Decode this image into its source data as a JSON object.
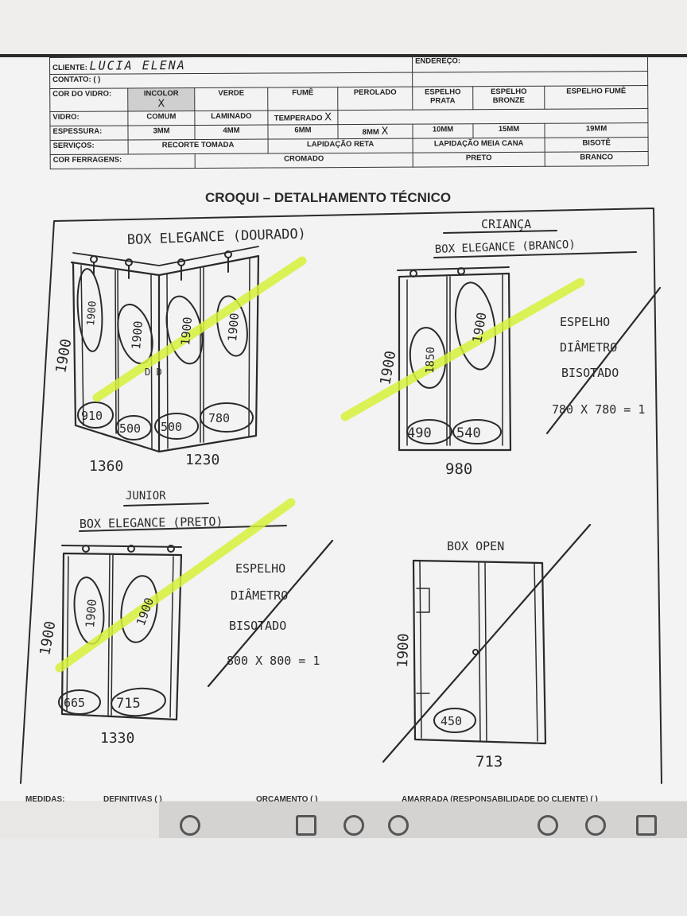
{
  "form": {
    "cliente_label": "CLIENTE:",
    "cliente_value": "LUCIA ELENA",
    "endereco_label": "ENDEREÇO:",
    "contato_label": "CONTATO: (   )",
    "cor_do_vidro_label": "COR DO VIDRO:",
    "cor_options": [
      "INCOLOR",
      "VERDE",
      "FUMÊ",
      "PEROLADO",
      "ESPELHO PRATA",
      "ESPELHO BRONZE",
      "ESPELHO FUMÊ"
    ],
    "vidro_label": "VIDRO:",
    "vidro_options": [
      "COMUM",
      "LAMINADO",
      "TEMPERADO"
    ],
    "espessura_label": "ESPESSURA:",
    "espessura_options": [
      "3MM",
      "4MM",
      "6MM",
      "8MM",
      "10MM",
      "15MM",
      "19MM"
    ],
    "servicos_label": "SERVIÇOS:",
    "servicos_options": [
      "RECORTE TOMADA",
      "LAPIDAÇÃO RETA",
      "LAPIDAÇÃO MEIA CANA",
      "BISOTÊ"
    ],
    "cor_ferragens_label": "COR FERRAGENS:",
    "ferragens_options": [
      "CROMADO",
      "PRETO",
      "BRANCO"
    ],
    "check_mark": "X"
  },
  "croqui_title": "CROQUI – DETALHAMENTO TÉCNICO",
  "sketch1": {
    "title": "BOX ELEGANCE (DOURADO)",
    "height": "1900",
    "widths": [
      "1360",
      "1230"
    ],
    "panel_heights": [
      "1900",
      "1900",
      "1900",
      "1900"
    ],
    "panel_widths": [
      "910",
      "500",
      "500",
      "780"
    ],
    "door_mark": "D D"
  },
  "sketch2": {
    "label": "CRIANÇA",
    "title": "BOX ELEGANCE (BRANCO)",
    "height": "1900",
    "width": "980",
    "panel_heights": [
      "1850",
      "1900"
    ],
    "panel_widths": [
      "490",
      "540"
    ],
    "note": [
      "ESPELHO",
      "DIÂMETRO",
      "BISOTADO",
      "780 X 780 = 1"
    ]
  },
  "sketch3": {
    "label": "JUNIOR",
    "title": "BOX ELEGANCE (PRETO)",
    "height": "1900",
    "width": "1330",
    "panel_heights": [
      "1900",
      "1900"
    ],
    "panel_widths": [
      "665",
      "715"
    ],
    "note": [
      "ESPELHO",
      "DIÂMETRO",
      "BISOTADO",
      "800 X 800 = 1"
    ]
  },
  "sketch4": {
    "title": "BOX OPEN",
    "height": "1900",
    "width": "713",
    "panel_width": "450"
  },
  "footer": {
    "medidas": "MEDIDAS:",
    "definitivas": "DEFINITIVAS (  )",
    "orcamento": "ORÇAMENTO (  )",
    "amarrada": "AMARRADA (RESPONSABILIDADE DO CLIENTE) (  )"
  },
  "colors": {
    "highlighter": "#d6f03a",
    "ink": "#2a2a2a",
    "paper": "#f3f3f3"
  }
}
